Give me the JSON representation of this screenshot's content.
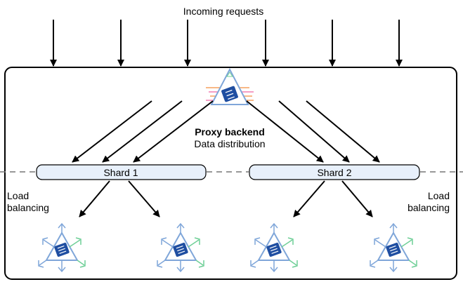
{
  "title": "Incoming requests",
  "proxy": {
    "name": "Proxy backend",
    "subtitle": "Data distribution"
  },
  "shards": [
    {
      "label": "Shard 1"
    },
    {
      "label": "Shard 2"
    }
  ],
  "load_balancing_left": [
    "Load",
    "balancing"
  ],
  "load_balancing_right": [
    "Load",
    "balancing"
  ],
  "colors": {
    "shard_fill": "#e8f0fb",
    "icon_blue": "#1f4ea1",
    "triangle_outline": "#7fa6d9",
    "accent_green": "#6fcf97",
    "accent_pink": "#f27fb2",
    "accent_orange": "#f5a15f"
  },
  "icons": [
    "proxy-node-icon",
    "replica-node-icon"
  ]
}
